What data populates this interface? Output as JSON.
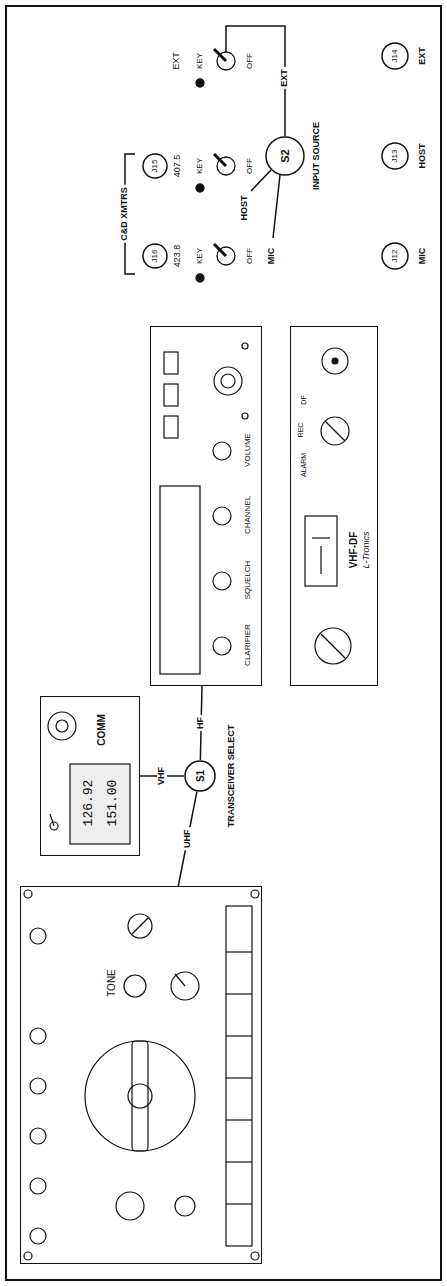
{
  "diagram": {
    "nodes": [
      {
        "text": [
          "TONE"
        ]
      },
      {
        "text": [
          "126.92",
          "151.00",
          "COMM"
        ]
      },
      {
        "text": [
          "CLARIFIER",
          "SQUELCH",
          "CHANNEL",
          "VOLUME"
        ]
      },
      {
        "text": [
          "VHF-DF",
          "L-Tronics",
          "ALARM",
          "REC",
          "DF"
        ]
      },
      {
        "text": [
          "S1",
          "TRANSCEIVER SELECT"
        ]
      },
      {
        "text": [
          "J16",
          "423.8"
        ]
      },
      {
        "text": [
          "J15",
          "407.5"
        ]
      },
      {
        "text": [
          "S2",
          "INPUT SOURCE"
        ]
      },
      {
        "text": [
          "J12",
          "MIC"
        ]
      },
      {
        "text": [
          "J13",
          "HOST"
        ]
      },
      {
        "text": [
          "J14",
          "EXT"
        ]
      }
    ],
    "edges": [
      {
        "from": 4,
        "to": 0,
        "label": "UHF",
        "arrow": "none"
      },
      {
        "from": 4,
        "to": 1,
        "label": "VHF",
        "arrow": "none"
      },
      {
        "from": 4,
        "to": 2,
        "label": "HF",
        "arrow": "none"
      }
    ],
    "labels": [
      "C&D XMTRS",
      "EXT",
      "KEY",
      "OFF",
      "KEY",
      "OFF",
      "KEY",
      "OFF",
      "MIC",
      "HOST",
      "EXT"
    ]
  }
}
